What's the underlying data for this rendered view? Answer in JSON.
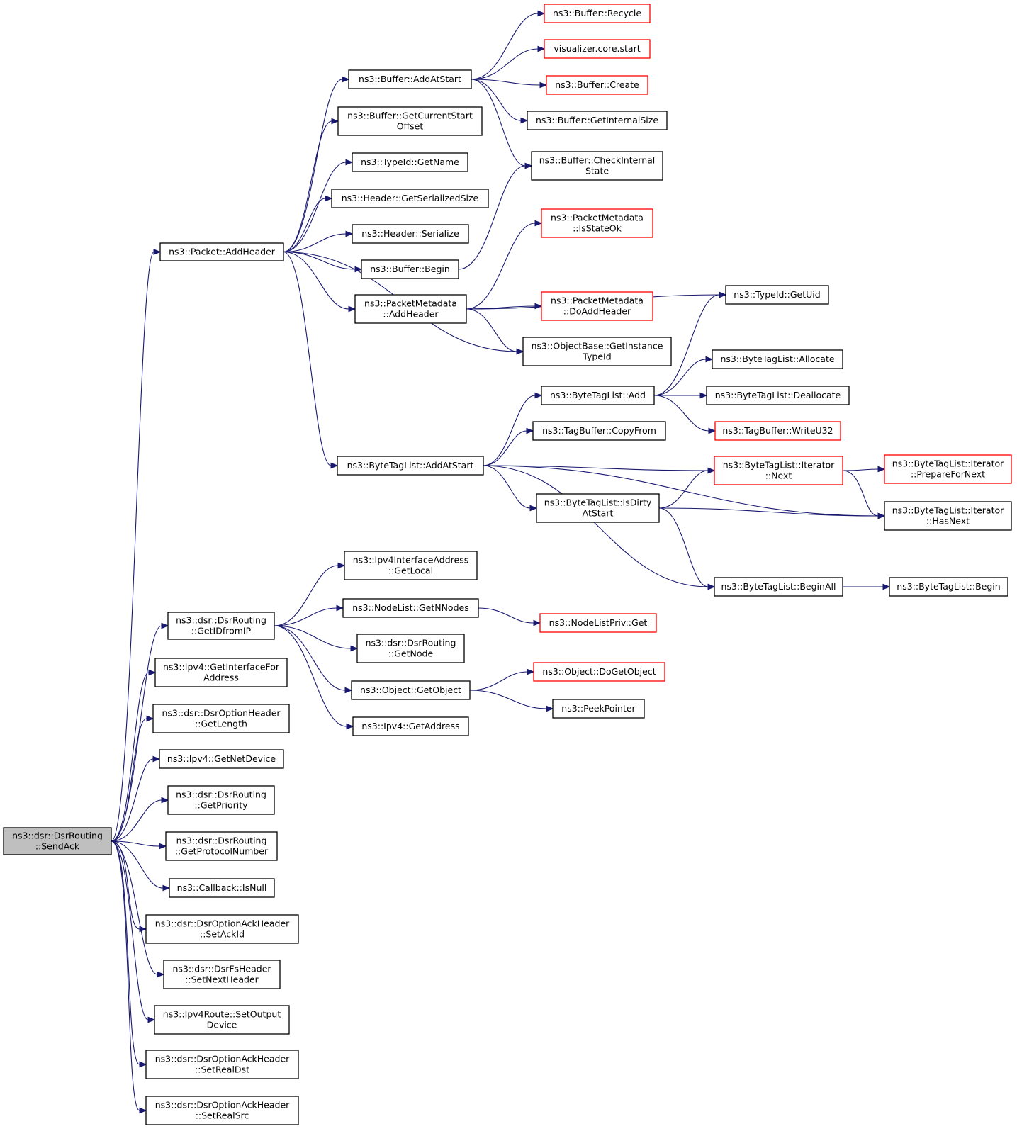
{
  "colors": {
    "edge": "#191970",
    "node_border": "#000000",
    "node_border_truncated": "#ff0000",
    "root_fill": "#bfbfbf",
    "node_fill": "#ffffff"
  },
  "nodes": [
    {
      "id": "sendack",
      "lines": [
        "ns3::dsr::DsrRouting",
        "::SendAck"
      ],
      "style": "root"
    },
    {
      "id": "addheader",
      "lines": [
        "ns3::Packet::AddHeader"
      ],
      "style": "normal"
    },
    {
      "id": "getidfromip",
      "lines": [
        "ns3::dsr::DsrRouting",
        "::GetIDfromIP"
      ],
      "style": "normal"
    },
    {
      "id": "getifaceforaddr",
      "lines": [
        "ns3::Ipv4::GetInterfaceFor",
        "Address"
      ],
      "style": "normal"
    },
    {
      "id": "optgetlength",
      "lines": [
        "ns3::dsr::DsrOptionHeader",
        "::GetLength"
      ],
      "style": "normal"
    },
    {
      "id": "getnetdevice",
      "lines": [
        "ns3::Ipv4::GetNetDevice"
      ],
      "style": "normal"
    },
    {
      "id": "getpriority",
      "lines": [
        "ns3::dsr::DsrRouting",
        "::GetPriority"
      ],
      "style": "normal"
    },
    {
      "id": "getprotonum",
      "lines": [
        "ns3::dsr::DsrRouting",
        "::GetProtocolNumber"
      ],
      "style": "normal"
    },
    {
      "id": "cbisnull",
      "lines": [
        "ns3::Callback::IsNull"
      ],
      "style": "normal"
    },
    {
      "id": "setackid",
      "lines": [
        "ns3::dsr::DsrOptionAckHeader",
        "::SetAckId"
      ],
      "style": "normal"
    },
    {
      "id": "setnextheader",
      "lines": [
        "ns3::dsr::DsrFsHeader",
        "::SetNextHeader"
      ],
      "style": "normal"
    },
    {
      "id": "setoutputdevice",
      "lines": [
        "ns3::Ipv4Route::SetOutput",
        "Device"
      ],
      "style": "normal"
    },
    {
      "id": "setrealdst",
      "lines": [
        "ns3::dsr::DsrOptionAckHeader",
        "::SetRealDst"
      ],
      "style": "normal"
    },
    {
      "id": "setrealsrc",
      "lines": [
        "ns3::dsr::DsrOptionAckHeader",
        "::SetRealSrc"
      ],
      "style": "normal"
    },
    {
      "id": "buf_addatstart",
      "lines": [
        "ns3::Buffer::AddAtStart"
      ],
      "style": "normal"
    },
    {
      "id": "buf_getcurstart",
      "lines": [
        "ns3::Buffer::GetCurrentStart",
        "Offset"
      ],
      "style": "normal"
    },
    {
      "id": "typeid_getname",
      "lines": [
        "ns3::TypeId::GetName"
      ],
      "style": "normal"
    },
    {
      "id": "hdr_getsersize",
      "lines": [
        "ns3::Header::GetSerializedSize"
      ],
      "style": "normal"
    },
    {
      "id": "hdr_serialize",
      "lines": [
        "ns3::Header::Serialize"
      ],
      "style": "normal"
    },
    {
      "id": "buf_begin",
      "lines": [
        "ns3::Buffer::Begin"
      ],
      "style": "normal"
    },
    {
      "id": "pm_addheader",
      "lines": [
        "ns3::PacketMetadata",
        "::AddHeader"
      ],
      "style": "normal"
    },
    {
      "id": "btl_addatstart",
      "lines": [
        "ns3::ByteTagList::AddAtStart"
      ],
      "style": "normal"
    },
    {
      "id": "buf_recycle",
      "lines": [
        "ns3::Buffer::Recycle"
      ],
      "style": "truncated"
    },
    {
      "id": "viz_start",
      "lines": [
        "visualizer.core.start"
      ],
      "style": "truncated"
    },
    {
      "id": "buf_create",
      "lines": [
        "ns3::Buffer::Create"
      ],
      "style": "truncated"
    },
    {
      "id": "buf_getintsize",
      "lines": [
        "ns3::Buffer::GetInternalSize"
      ],
      "style": "normal"
    },
    {
      "id": "buf_checkint",
      "lines": [
        "ns3::Buffer::CheckInternal",
        "State"
      ],
      "style": "normal"
    },
    {
      "id": "pm_isstateok",
      "lines": [
        "ns3::PacketMetadata",
        "::IsStateOk"
      ],
      "style": "truncated"
    },
    {
      "id": "pm_doaddheader",
      "lines": [
        "ns3::PacketMetadata",
        "::DoAddHeader"
      ],
      "style": "truncated"
    },
    {
      "id": "ob_getinsttypeid",
      "lines": [
        "ns3::ObjectBase::GetInstance",
        "TypeId"
      ],
      "style": "normal"
    },
    {
      "id": "typeid_getuid",
      "lines": [
        "ns3::TypeId::GetUid"
      ],
      "style": "normal"
    },
    {
      "id": "btl_add",
      "lines": [
        "ns3::ByteTagList::Add"
      ],
      "style": "normal"
    },
    {
      "id": "btl_allocate",
      "lines": [
        "ns3::ByteTagList::Allocate"
      ],
      "style": "normal"
    },
    {
      "id": "btl_deallocate",
      "lines": [
        "ns3::ByteTagList::Deallocate"
      ],
      "style": "normal"
    },
    {
      "id": "tb_writeu32",
      "lines": [
        "ns3::TagBuffer::WriteU32"
      ],
      "style": "truncated"
    },
    {
      "id": "tb_copyfrom",
      "lines": [
        "ns3::TagBuffer::CopyFrom"
      ],
      "style": "normal"
    },
    {
      "id": "btl_it_next",
      "lines": [
        "ns3::ByteTagList::Iterator",
        "::Next"
      ],
      "style": "truncated"
    },
    {
      "id": "btl_it_prepare",
      "lines": [
        "ns3::ByteTagList::Iterator",
        "::PrepareForNext"
      ],
      "style": "truncated"
    },
    {
      "id": "btl_isdirty",
      "lines": [
        "ns3::ByteTagList::IsDirty",
        "AtStart"
      ],
      "style": "normal"
    },
    {
      "id": "btl_it_hasnext",
      "lines": [
        "ns3::ByteTagList::Iterator",
        "::HasNext"
      ],
      "style": "normal"
    },
    {
      "id": "btl_beginall",
      "lines": [
        "ns3::ByteTagList::BeginAll"
      ],
      "style": "normal"
    },
    {
      "id": "btl_begin",
      "lines": [
        "ns3::ByteTagList::Begin"
      ],
      "style": "normal"
    },
    {
      "id": "ipv4ia_getlocal",
      "lines": [
        "ns3::Ipv4InterfaceAddress",
        "::GetLocal"
      ],
      "style": "normal"
    },
    {
      "id": "nl_getnnodes",
      "lines": [
        "ns3::NodeList::GetNNodes"
      ],
      "style": "normal"
    },
    {
      "id": "nlp_get",
      "lines": [
        "ns3::NodeListPriv::Get"
      ],
      "style": "truncated"
    },
    {
      "id": "dsr_getnode",
      "lines": [
        "ns3::dsr::DsrRouting",
        "::GetNode"
      ],
      "style": "normal"
    },
    {
      "id": "obj_getobject",
      "lines": [
        "ns3::Object::GetObject"
      ],
      "style": "normal"
    },
    {
      "id": "obj_dogetobject",
      "lines": [
        "ns3::Object::DoGetObject"
      ],
      "style": "truncated"
    },
    {
      "id": "peekpointer",
      "lines": [
        "ns3::PeekPointer"
      ],
      "style": "normal"
    },
    {
      "id": "ipv4_getaddress",
      "lines": [
        "ns3::Ipv4::GetAddress"
      ],
      "style": "normal"
    }
  ],
  "edges": [
    [
      "sendack",
      "addheader"
    ],
    [
      "sendack",
      "getidfromip"
    ],
    [
      "sendack",
      "getifaceforaddr"
    ],
    [
      "sendack",
      "optgetlength"
    ],
    [
      "sendack",
      "getnetdevice"
    ],
    [
      "sendack",
      "getpriority"
    ],
    [
      "sendack",
      "getprotonum"
    ],
    [
      "sendack",
      "cbisnull"
    ],
    [
      "sendack",
      "setackid"
    ],
    [
      "sendack",
      "setnextheader"
    ],
    [
      "sendack",
      "setoutputdevice"
    ],
    [
      "sendack",
      "setrealdst"
    ],
    [
      "sendack",
      "setrealsrc"
    ],
    [
      "addheader",
      "buf_addatstart"
    ],
    [
      "addheader",
      "buf_getcurstart"
    ],
    [
      "addheader",
      "typeid_getname"
    ],
    [
      "addheader",
      "hdr_getsersize"
    ],
    [
      "addheader",
      "hdr_serialize"
    ],
    [
      "addheader",
      "buf_begin"
    ],
    [
      "addheader",
      "pm_addheader"
    ],
    [
      "addheader",
      "ob_getinsttypeid"
    ],
    [
      "addheader",
      "btl_addatstart"
    ],
    [
      "buf_addatstart",
      "buf_recycle"
    ],
    [
      "buf_addatstart",
      "viz_start"
    ],
    [
      "buf_addatstart",
      "buf_create"
    ],
    [
      "buf_addatstart",
      "buf_getintsize"
    ],
    [
      "buf_addatstart",
      "buf_checkint"
    ],
    [
      "buf_begin",
      "buf_checkint"
    ],
    [
      "pm_addheader",
      "pm_isstateok"
    ],
    [
      "pm_addheader",
      "typeid_getuid"
    ],
    [
      "pm_addheader",
      "pm_doaddheader"
    ],
    [
      "pm_addheader",
      "ob_getinsttypeid"
    ],
    [
      "btl_addatstart",
      "btl_add"
    ],
    [
      "btl_addatstart",
      "tb_copyfrom"
    ],
    [
      "btl_addatstart",
      "btl_it_next"
    ],
    [
      "btl_addatstart",
      "btl_isdirty"
    ],
    [
      "btl_addatstart",
      "btl_it_hasnext"
    ],
    [
      "btl_addatstart",
      "btl_beginall"
    ],
    [
      "btl_add",
      "typeid_getuid"
    ],
    [
      "btl_add",
      "btl_allocate"
    ],
    [
      "btl_add",
      "btl_deallocate"
    ],
    [
      "btl_add",
      "tb_writeu32"
    ],
    [
      "btl_it_next",
      "btl_it_prepare"
    ],
    [
      "btl_it_next",
      "btl_it_hasnext"
    ],
    [
      "btl_isdirty",
      "btl_it_next"
    ],
    [
      "btl_isdirty",
      "btl_it_hasnext"
    ],
    [
      "btl_isdirty",
      "btl_beginall"
    ],
    [
      "btl_beginall",
      "btl_begin"
    ],
    [
      "getidfromip",
      "ipv4ia_getlocal"
    ],
    [
      "getidfromip",
      "nl_getnnodes"
    ],
    [
      "getidfromip",
      "dsr_getnode"
    ],
    [
      "getidfromip",
      "obj_getobject"
    ],
    [
      "getidfromip",
      "ipv4_getaddress"
    ],
    [
      "nl_getnnodes",
      "nlp_get"
    ],
    [
      "obj_getobject",
      "obj_dogetobject"
    ],
    [
      "obj_getobject",
      "peekpointer"
    ]
  ]
}
